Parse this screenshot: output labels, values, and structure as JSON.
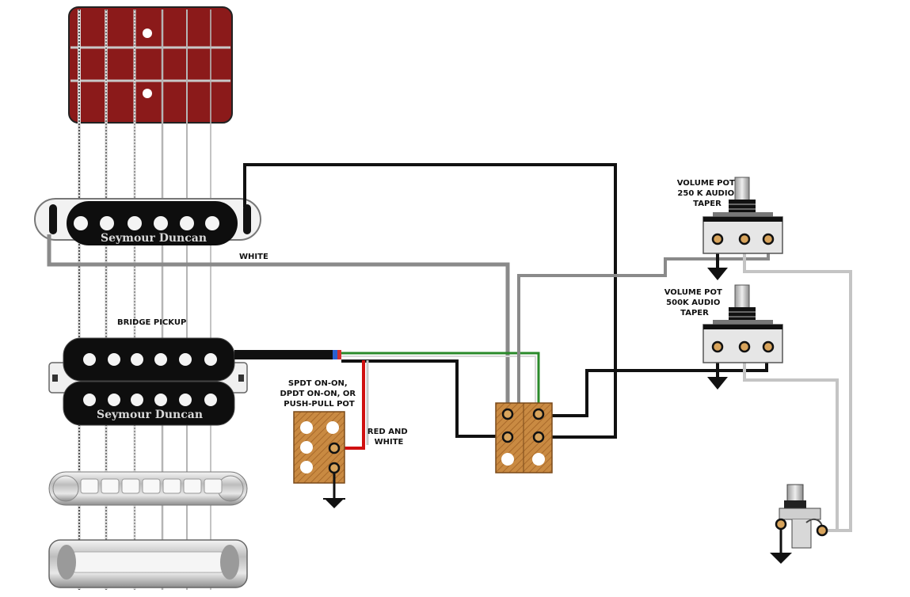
{
  "labels": {
    "brand_neck": "Seymour Duncan",
    "brand_bridge": "Seymour Duncan",
    "white": "WHITE",
    "bridge_pickup": "BRIDGE PICKUP",
    "switch_lines": [
      "SPDT ON-ON,",
      "DPDT ON-ON, OR",
      "PUSH-PULL POT"
    ],
    "red_white_lines": [
      "RED AND",
      "WHITE"
    ],
    "vol1_lines": [
      "VOLUME POT",
      "250 K AUDIO",
      "TAPER"
    ],
    "vol2_lines": [
      "VOLUME POT",
      "500K AUDIO",
      "TAPER"
    ]
  },
  "colors": {
    "fretboard": "#8b1a1a",
    "wood": "#c9873f",
    "lug": "#c79a5a",
    "wire_black": "#111111",
    "wire_gray": "#8a8a8a",
    "wire_lightgray": "#c4c4c4",
    "wire_red": "#d01010",
    "wire_green": "#2a8a2a"
  }
}
